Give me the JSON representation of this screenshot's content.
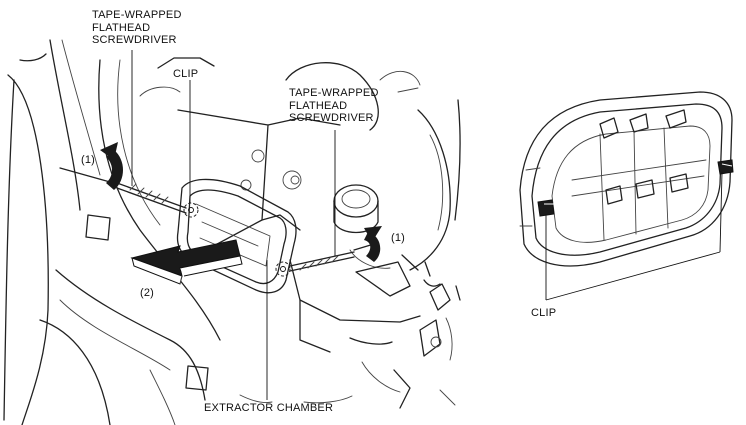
{
  "labels": {
    "screwdriver_left": [
      "TAPE-WRAPPED",
      "FLATHEAD",
      "SCREWDRIVER"
    ],
    "clip_top": "CLIP",
    "screwdriver_right": [
      "TAPE-WRAPPED",
      "FLATHEAD",
      "SCREWDRIVER"
    ],
    "step1_left": "(1)",
    "step1_right": "(1)",
    "step2": "(2)",
    "extractor_chamber": "EXTRACTOR CHAMBER",
    "clip_right": "CLIP"
  },
  "icons": [
    "pull-arrow-icon",
    "rotate-arrow-icon",
    "clip-icon"
  ],
  "colors": {
    "line": "#222222",
    "fill_arrow": "#1a1a1a",
    "background": "#ffffff"
  }
}
